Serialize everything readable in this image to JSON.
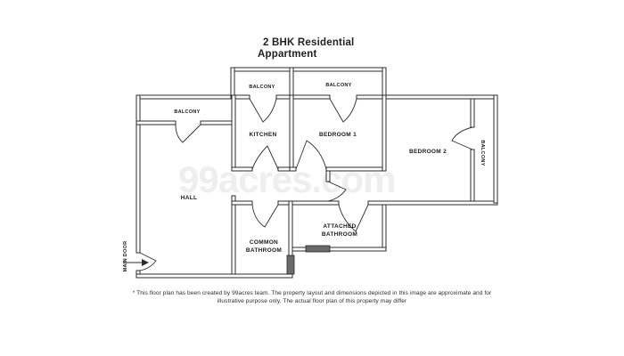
{
  "title": {
    "line1": "2 BHK Residential",
    "line2": "Appartment"
  },
  "watermark": "99acres.com",
  "rooms": {
    "hall": "HALL",
    "kitchen": "KITCHEN",
    "bedroom1": "BEDROOM 1",
    "bedroom2": "BEDROOM 2",
    "common_bathroom_line1": "COMMON",
    "common_bathroom_line2": "BATHROOM",
    "attached_bathroom_line1": "ATTACHED",
    "attached_bathroom_line2": "BATHROOM",
    "balcony_left": "BALCONY",
    "balcony_kitchen": "BALCONY",
    "balcony_bedroom1": "BALCONY",
    "balcony_right": "BALCONY",
    "main_door": "MAIN DOOR"
  },
  "footer": {
    "line1": "* This floor plan has been created by 99acres team. The property layout and dimensions depicted in this image are approximate and for",
    "line2": "illustrative purpose only. The actual floor plan of this property may differ"
  },
  "colors": {
    "wall_stroke": "#2b2b2b",
    "window_fill": "#6b6b6b",
    "watermark_color": "#eeeeee",
    "text_color": "#1a1a1a"
  }
}
